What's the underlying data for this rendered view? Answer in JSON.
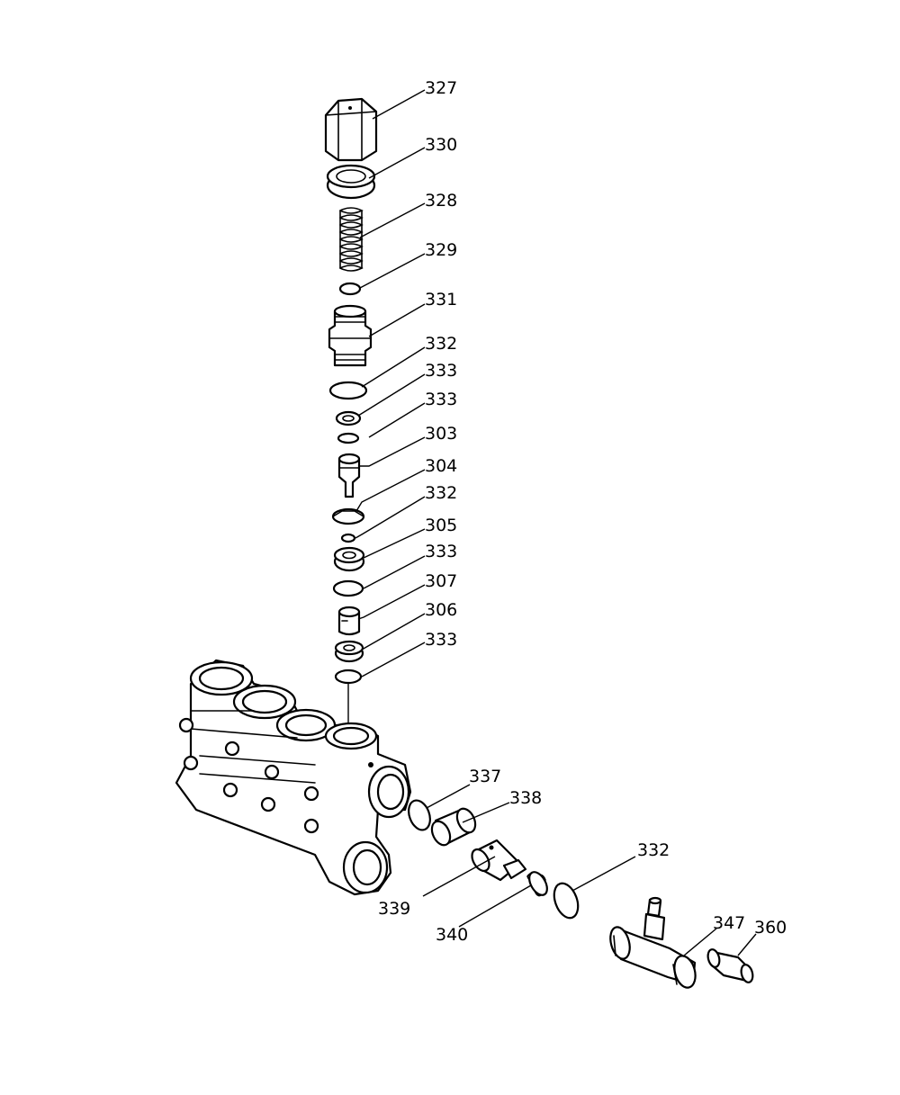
{
  "callouts": [
    {
      "id": "c327",
      "label": "327"
    },
    {
      "id": "c330",
      "label": "330"
    },
    {
      "id": "c328",
      "label": "328"
    },
    {
      "id": "c329",
      "label": "329"
    },
    {
      "id": "c331",
      "label": "331"
    },
    {
      "id": "c332a",
      "label": "332"
    },
    {
      "id": "c333a",
      "label": "333"
    },
    {
      "id": "c333b",
      "label": "333"
    },
    {
      "id": "c303",
      "label": "303"
    },
    {
      "id": "c304",
      "label": "304"
    },
    {
      "id": "c332b",
      "label": "332"
    },
    {
      "id": "c305",
      "label": "305"
    },
    {
      "id": "c333c",
      "label": "333"
    },
    {
      "id": "c307",
      "label": "307"
    },
    {
      "id": "c306",
      "label": "306"
    },
    {
      "id": "c333d",
      "label": "333"
    },
    {
      "id": "c337",
      "label": "337"
    },
    {
      "id": "c338",
      "label": "338"
    },
    {
      "id": "c332c",
      "label": "332"
    },
    {
      "id": "c339",
      "label": "339"
    },
    {
      "id": "c340",
      "label": "340"
    },
    {
      "id": "c347",
      "label": "347"
    },
    {
      "id": "c360",
      "label": "360"
    }
  ]
}
